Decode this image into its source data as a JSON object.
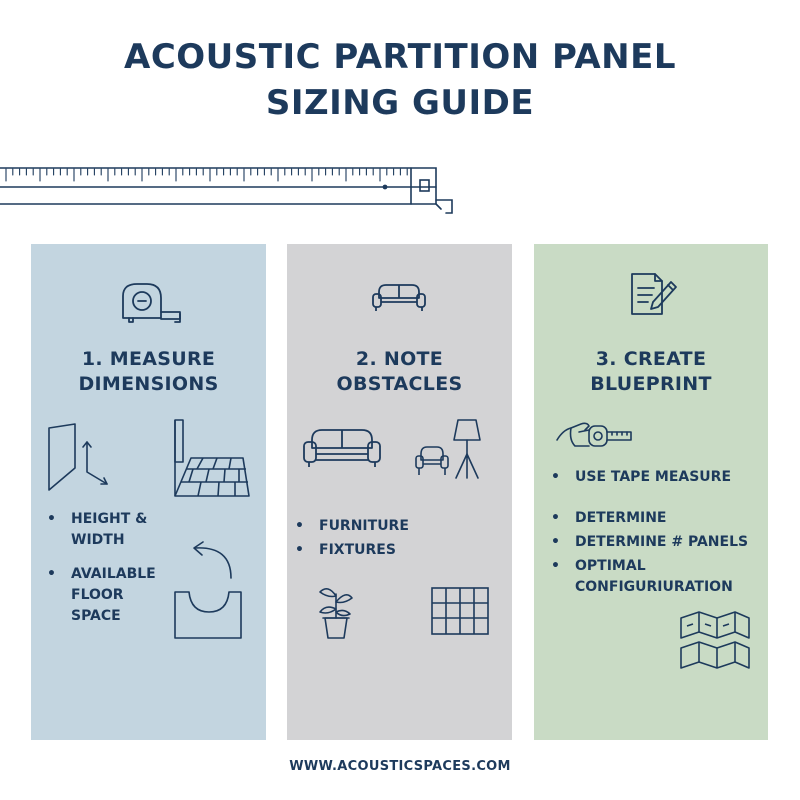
{
  "title_lines": [
    "ACOUSTIC PARTITION PANEL",
    "SIZING GUIDE"
  ],
  "bullet_glyph": "•",
  "colors": {
    "navy": "#1d3a5c",
    "panel_blue": "#c3d5e0",
    "panel_gray": "#d3d3d5",
    "panel_green": "#c9dbc5"
  },
  "steps": [
    {
      "heading_lines": [
        "1. MEASURE",
        "DIMENSIONS"
      ],
      "icons": [
        "tape-measure-icon",
        "wall-dimensions-icon",
        "floor-space-icon",
        "curved-arrow-icon",
        "floor-cutout-icon"
      ],
      "bullets": [
        {
          "lines": [
            "HEIGHT &",
            "WIDTH"
          ]
        },
        {
          "lines": [
            "AVAILABLE",
            "FLOOR",
            "SPACE"
          ]
        }
      ]
    },
    {
      "heading_lines": [
        "2. NOTE",
        "OBSTACLES"
      ],
      "icons": [
        "sofa-icon",
        "sofa-icon",
        "armchair-icon",
        "floor-lamp-icon",
        "potted-plant-icon",
        "window-grid-icon"
      ],
      "bullets": [
        {
          "lines": [
            "FURNITURE"
          ]
        },
        {
          "lines": [
            "FIXTURES"
          ]
        }
      ]
    },
    {
      "heading_lines": [
        "3. CREATE",
        "BLUEPRINT"
      ],
      "icons": [
        "document-pencil-icon",
        "hand-tape-measure-icon",
        "folding-panels-icon"
      ],
      "bullets": [
        {
          "lines": [
            "USE TAPE MEASURE"
          ]
        },
        {
          "lines": [
            "DETERMINE"
          ]
        },
        {
          "lines": [
            "DETERMINE # PANELS"
          ]
        },
        {
          "lines": [
            "OPTIMAL",
            "CONFIGURIURATION"
          ]
        }
      ]
    }
  ],
  "footer": "WWW.ACOUSTICSPACES.COM"
}
